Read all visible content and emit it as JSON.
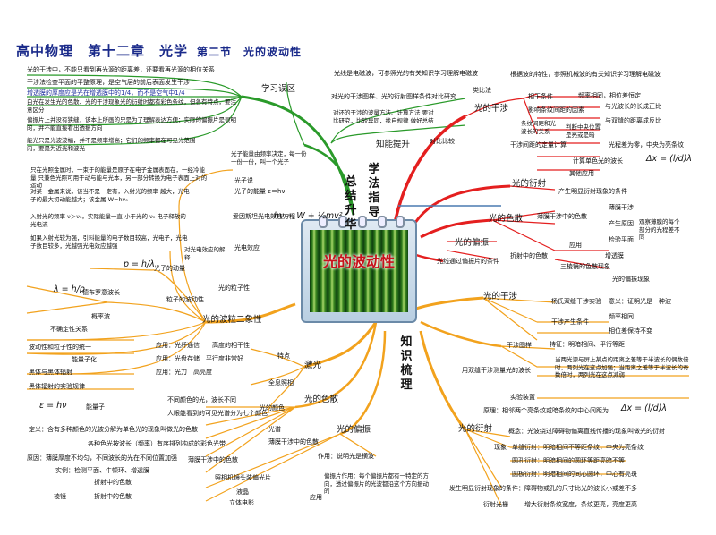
{
  "title": {
    "main": "高中物理　第十二章　光学",
    "section": "第二节　光的波动性"
  },
  "center": {
    "label": "光的波动性"
  },
  "branches": {
    "summary": "总结升华",
    "method": "学法指导",
    "knowledge": "知识梳理"
  },
  "summary": {
    "misconceptions": "学习误区",
    "items": [
      "光的干涉中，不能只看到再光源的距离差，还要看再光源的相位关系",
      "干涉法检查平面的平整原理，是空气层的前后表面发生干涉",
      "增透膜的厚度应是光在增透膜中的1/4，而不是空气中1/4",
      "白光在发生光的色散、光的干涉现象光的衍射时都有彩色条纹，但各有特点，要注意区分",
      "偏振片上并没有狭缝，该本上所画的只是为了理解表达方便；实际的偏振片是很明的，并不能直接看出透振方向",
      "能光只是光波波幅，并不是频率增高；它们的频率都在可见光范围内，要是为近光和波光"
    ],
    "ability": "知能提升",
    "abilityItems": [
      "光线是电磁波，可参照光的有关知识学习理解电磁波",
      "对光的干涉图样、光的衍射图样条件对比研究",
      "对还的干涉的波量方法、计算方法 要对比研究，比较异同，找自规律 做好总结",
      "对比比较"
    ],
    "energyNotes": [
      "只在光照金属时，一束于的能量是原子在电子金属表面在，一经冷能量 只兼色光照可用于动与能与光本，另一部分转换为电子表面上对的运动",
      "对某一金属来说，该当不是一定有，入射光的频率 越大，光电子的最大初动能越大；该金属 W=hν₀",
      "入射光的频率 ν＞ν₀，实际能量一直 小于光的 ν₀ 电子释放的光电流",
      "如果入射光较为强，引料能量的电子数目较高，光电子，光电子数目较多，光越强光电效应越强"
    ],
    "photoelectric": "对光电效应的解释",
    "photonNotes": [
      "光子能量由频率决定，每一份 一份一份，叫一个光子",
      "光子说",
      "光子的能量 ε＝hν",
      "爱因斯坦光电效应方程"
    ],
    "einstein": "hν = W + ½mv²",
    "photonTheory": "光电效应",
    "photonMomentum": "光子的动量",
    "pFormula": "p = h/λ",
    "particleNature": "光的粒子性",
    "matterWave": "德布罗意波长",
    "lambdaFormula": "λ = h/p",
    "waveParticle": "粒子的波动性",
    "probWave": "概率波",
    "uncertainty": "不确定性关系",
    "duality": "光的波粒二象性",
    "dualityItems": [
      "波动性和粒子性的统一",
      "能量子化",
      "黑体与黑体辐射",
      "黑体辐射的实验规律"
    ],
    "energyQuantum": "能量子",
    "eFormula": "ε = hν"
  },
  "lower": {
    "laser": "激光",
    "laserProps": "特点",
    "laserApps": [
      "应用：光纤通信　　高度的相干性",
      "应用：光盘存储　平行度非常好",
      "应用：光刀　高亮度"
    ],
    "fullHolo": "全息照相",
    "dispersion": "光的色散",
    "dispersionItems": [
      "不同颜色的光，波长不同",
      "人眼能看到的可见光谱分为七个颜色",
      "光的颜色"
    ],
    "definition": "定义：含有多种颜色的光被分解为单色光的现象叫做光的色散",
    "spectrum": "光谱",
    "colors": "各种色光按波长（频率）有序排列构成的彩色光带",
    "filmNote": "薄膜干涉中的色散",
    "prismNote": "折射中的色散",
    "filmEx": "原因：薄膜厚度不均匀，不同波长的光在不同位置加强",
    "filmApp": "实例：检测平面、牛顿环、增透膜",
    "polarization": "光的偏振",
    "polarNote": "作用：说明光是横波",
    "polarDesc": "偏振片作用：每个偏振片都有一特定的方向，透过偏振片的光波都沿这个方向振动的",
    "polarApps": [
      "照相机镜头装偏光片",
      "液晶",
      "立体电影"
    ],
    "application": "应用",
    "prism": "棱镜",
    "prismSpec": "折射中的色散"
  },
  "method": {
    "interference": "光的干涉",
    "intItems": [
      "相干条件",
      "频率相同，相位差恒定",
      "干涉图样",
      "影响条纹间距的因素",
      "与光波长的长成正比",
      "与双缝的距离成反比",
      "条纹间距和光波长的关系",
      "判断中央位置是亮或是暗",
      "光程差为零，中央为亮条纹",
      "干涉间距的定量计算",
      "计算单色光的波长",
      "其他应用"
    ],
    "deltaX": "Δx = (l/d)λ",
    "diffraction": "光的衍射",
    "diffItems": [
      "产生明显衍射现象的条件"
    ],
    "dispersion": "光的色散",
    "dispItems": [
      "薄膜干涉中的色散",
      "薄膜干涉",
      "产生原因",
      "观察薄膜的每个部分的光程差不同",
      "检验平面",
      "应用",
      "增透膜",
      "三棱镜的色散现象",
      "折射中的色散",
      "光的偏振现象"
    ],
    "polar": "光的偏振",
    "polarItem": "光线通过偏振片的条件",
    "compare": "类比法",
    "compareNote": "根据波的特性，参照机械波的有关知识学习理解电磁波"
  },
  "knowledge": {
    "interference": "光的干涉",
    "intNote": "杨氏双缝干涉实验",
    "intMeaning": "意义：证明光是一种波",
    "condition": "干涉产生条件",
    "cond1": "频率相同",
    "cond2": "相位差保持不变",
    "pattern": "干涉图样",
    "patternNote": "特征：明暗相间、平行等距",
    "doubleSlit": "用双缝干涉测量光的波长",
    "dsNote": "当两光源与屏上某点的距离之差等于半波长的偶数倍时，两列光在这点加强；当距离之差等于半波长的奇数倍时，两列光在这点减弱",
    "experiment": "实验装置",
    "principle": "原理：相邻两个亮条纹或暗条纹的中心间距为",
    "formula": "Δx = (l/d)λ",
    "diffraction": "光的衍射",
    "concept": "概念：光波绕过障碍物偏离直线传播的现象叫做光的衍射",
    "phenom": "现象",
    "singleSlit": "单缝衍射：明暗相间不等距条纹，中央为亮条纹",
    "circular": "圆孔衍射：明暗相间的圆环等距亮暗不等",
    "disk": "圆板衍射：明暗相间的同心圆环，中心有亮斑",
    "obvious": "发生明显衍射现象的条件：障碍物或孔的尺寸比光的波长小或差不多",
    "grating": "衍射光栅",
    "gratingNote": "增大衍射条纹宽度，条纹更亮，亮度更高"
  },
  "colors": {
    "red": "#e41f1f",
    "orange": "#f2a21d",
    "green": "#1f9a2f",
    "blue": "#1c2f9c"
  }
}
